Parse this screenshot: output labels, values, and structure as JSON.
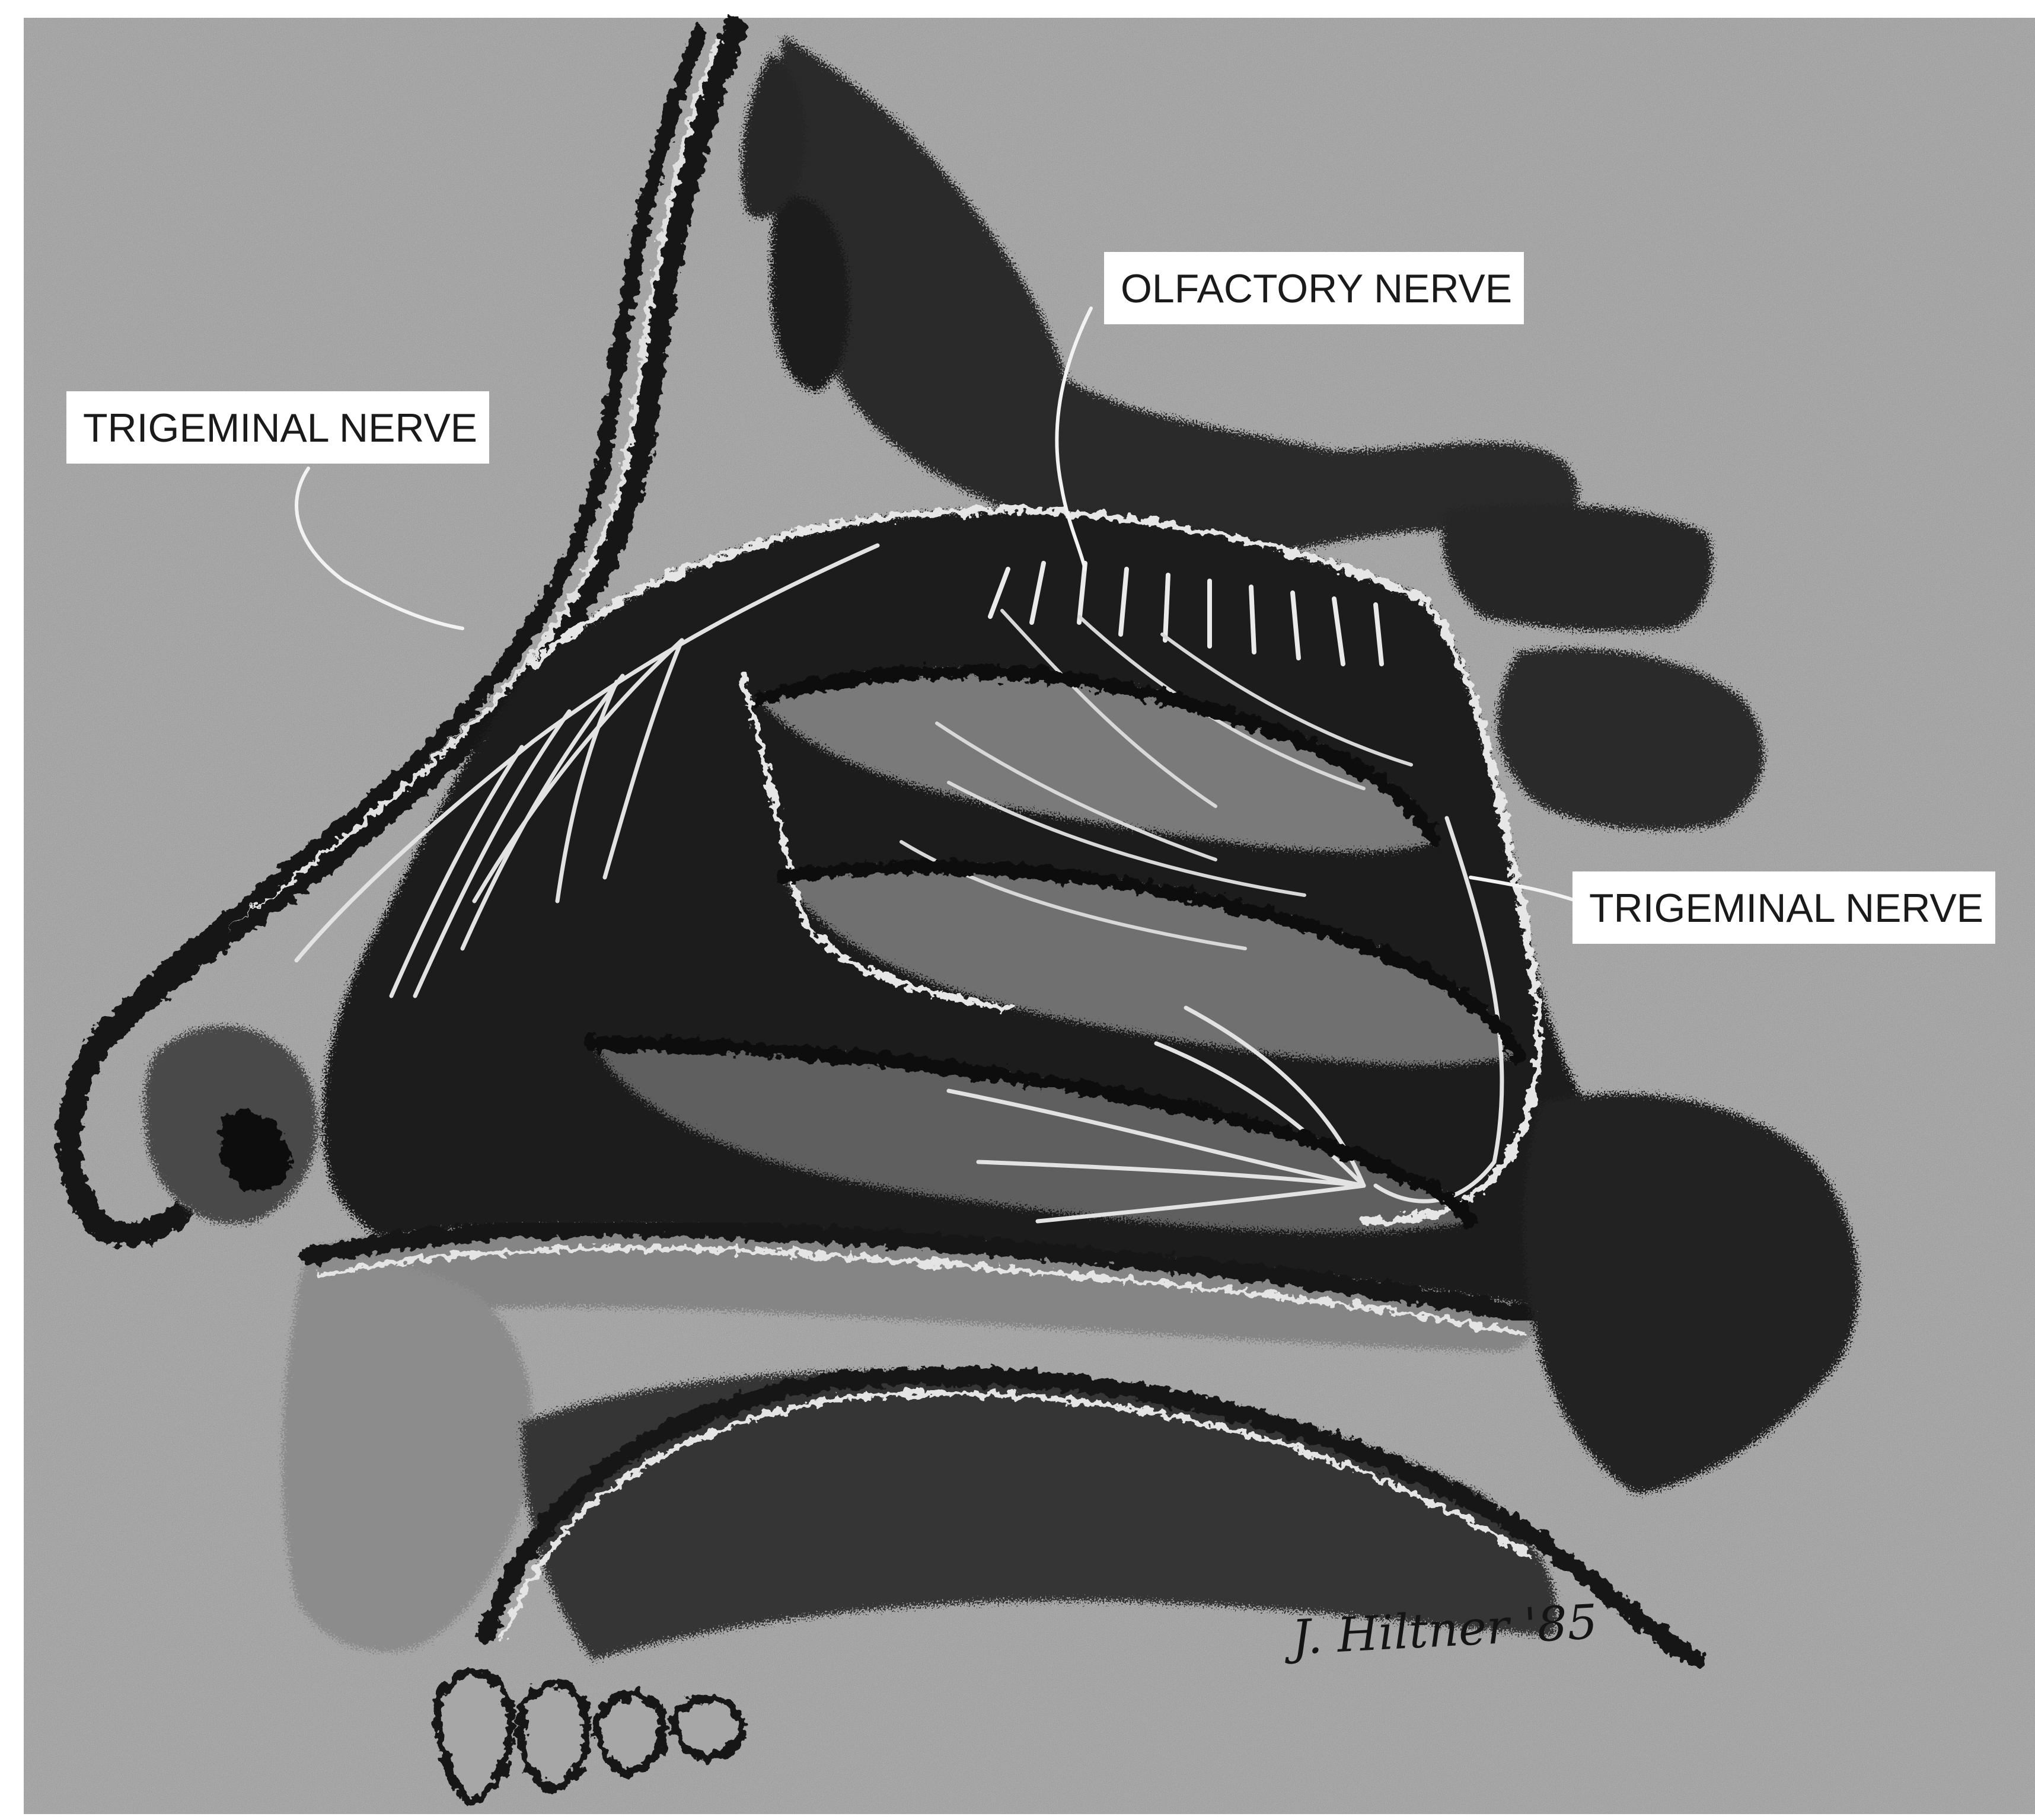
{
  "labels": {
    "olfactory": "OLFACTORY NERVE",
    "trigeminal_upper": "TRIGEMINAL NERVE",
    "trigeminal_lower": "TRIGEMINAL NERVE"
  },
  "signature": "J. Hiltner '85",
  "colors": {
    "background": "#9a9a9a",
    "ink": "#141414",
    "highlight": "#e6e6e6",
    "label_bg": "#ffffff"
  }
}
